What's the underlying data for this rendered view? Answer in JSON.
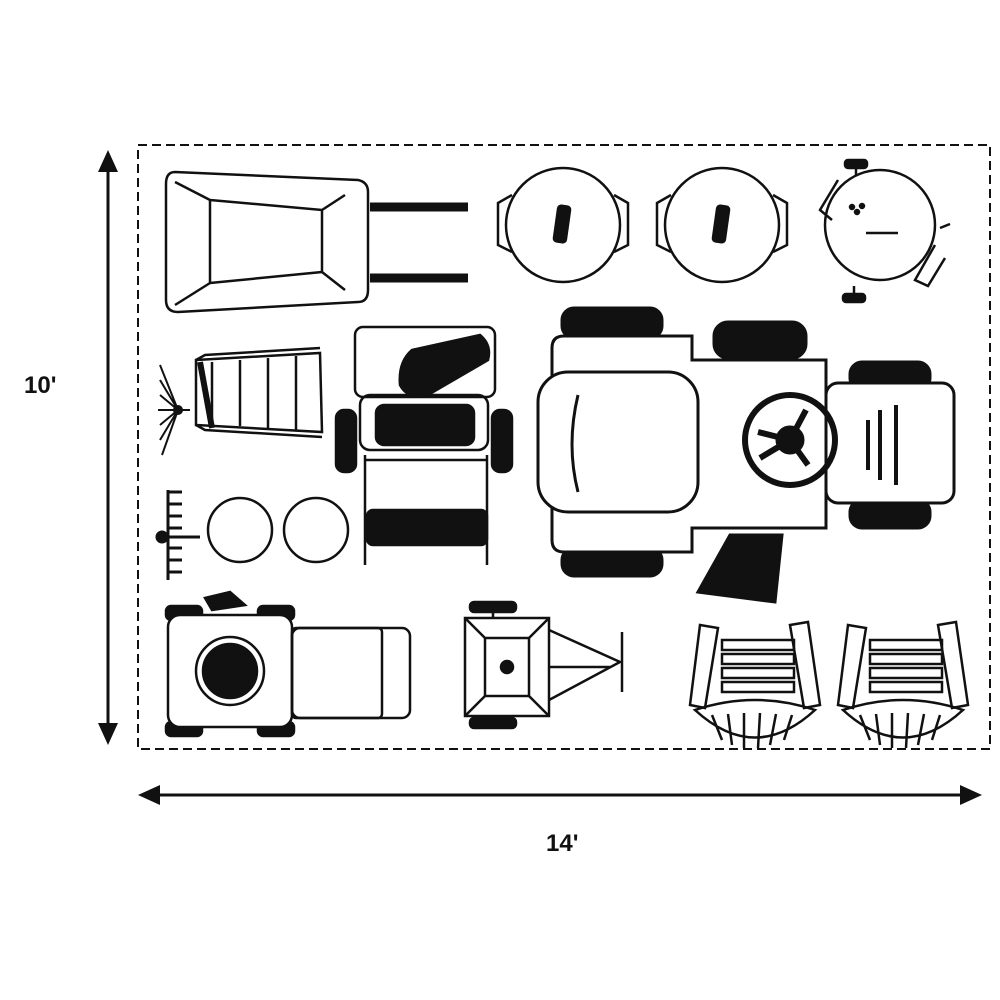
{
  "dimensions": {
    "height_label": "10'",
    "width_label": "14'"
  },
  "colors": {
    "ink": "#111111",
    "paper": "#ffffff"
  },
  "items": [
    "wheelbarrow",
    "grill-left",
    "grill-center",
    "kettle-grill",
    "ladder",
    "rake",
    "lawn-mower",
    "garden-tractor",
    "round-stool-left",
    "round-stool-right",
    "push-mower",
    "garden-cart",
    "adirondack-chair-left",
    "adirondack-chair-right"
  ]
}
